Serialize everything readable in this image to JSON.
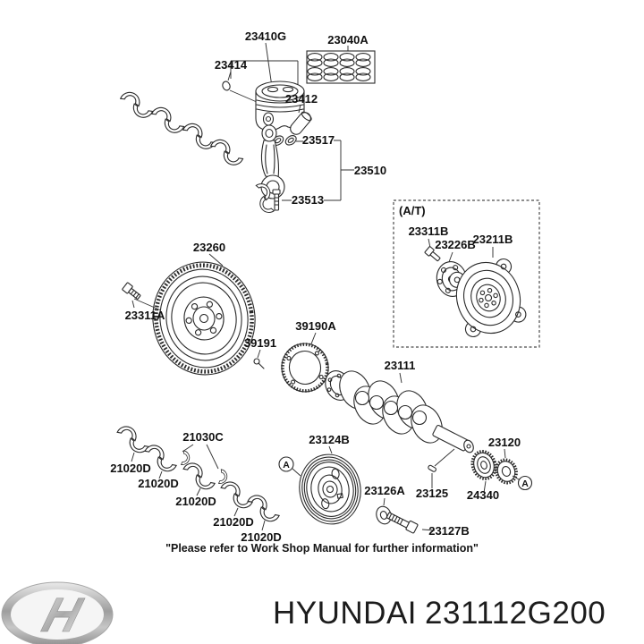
{
  "footer": {
    "brand": "HYUNDAI",
    "part_number": "231112G200",
    "logo_letter": "H"
  },
  "caption": "\"Please refer to Work Shop Manual for further information\"",
  "markers": {
    "detail": "A",
    "transmission": "(A/T)"
  },
  "labels": {
    "l23410G": "23410G",
    "l23040A": "23040A",
    "l23414": "23414",
    "l23412": "23412",
    "l23517": "23517",
    "l23510": "23510",
    "l23513": "23513",
    "l23260": "23260",
    "l23311A": "23311A",
    "l23311B": "23311B",
    "l23226B": "23226B",
    "l23211B": "23211B",
    "l39191": "39191",
    "l39190A": "39190A",
    "l23111": "23111",
    "l23124B": "23124B",
    "l23126A": "23126A",
    "l23125": "23125",
    "l23120": "23120",
    "l24340": "24340",
    "l23127B": "23127B",
    "l21030C": "21030C",
    "l21020D": "21020D"
  }
}
